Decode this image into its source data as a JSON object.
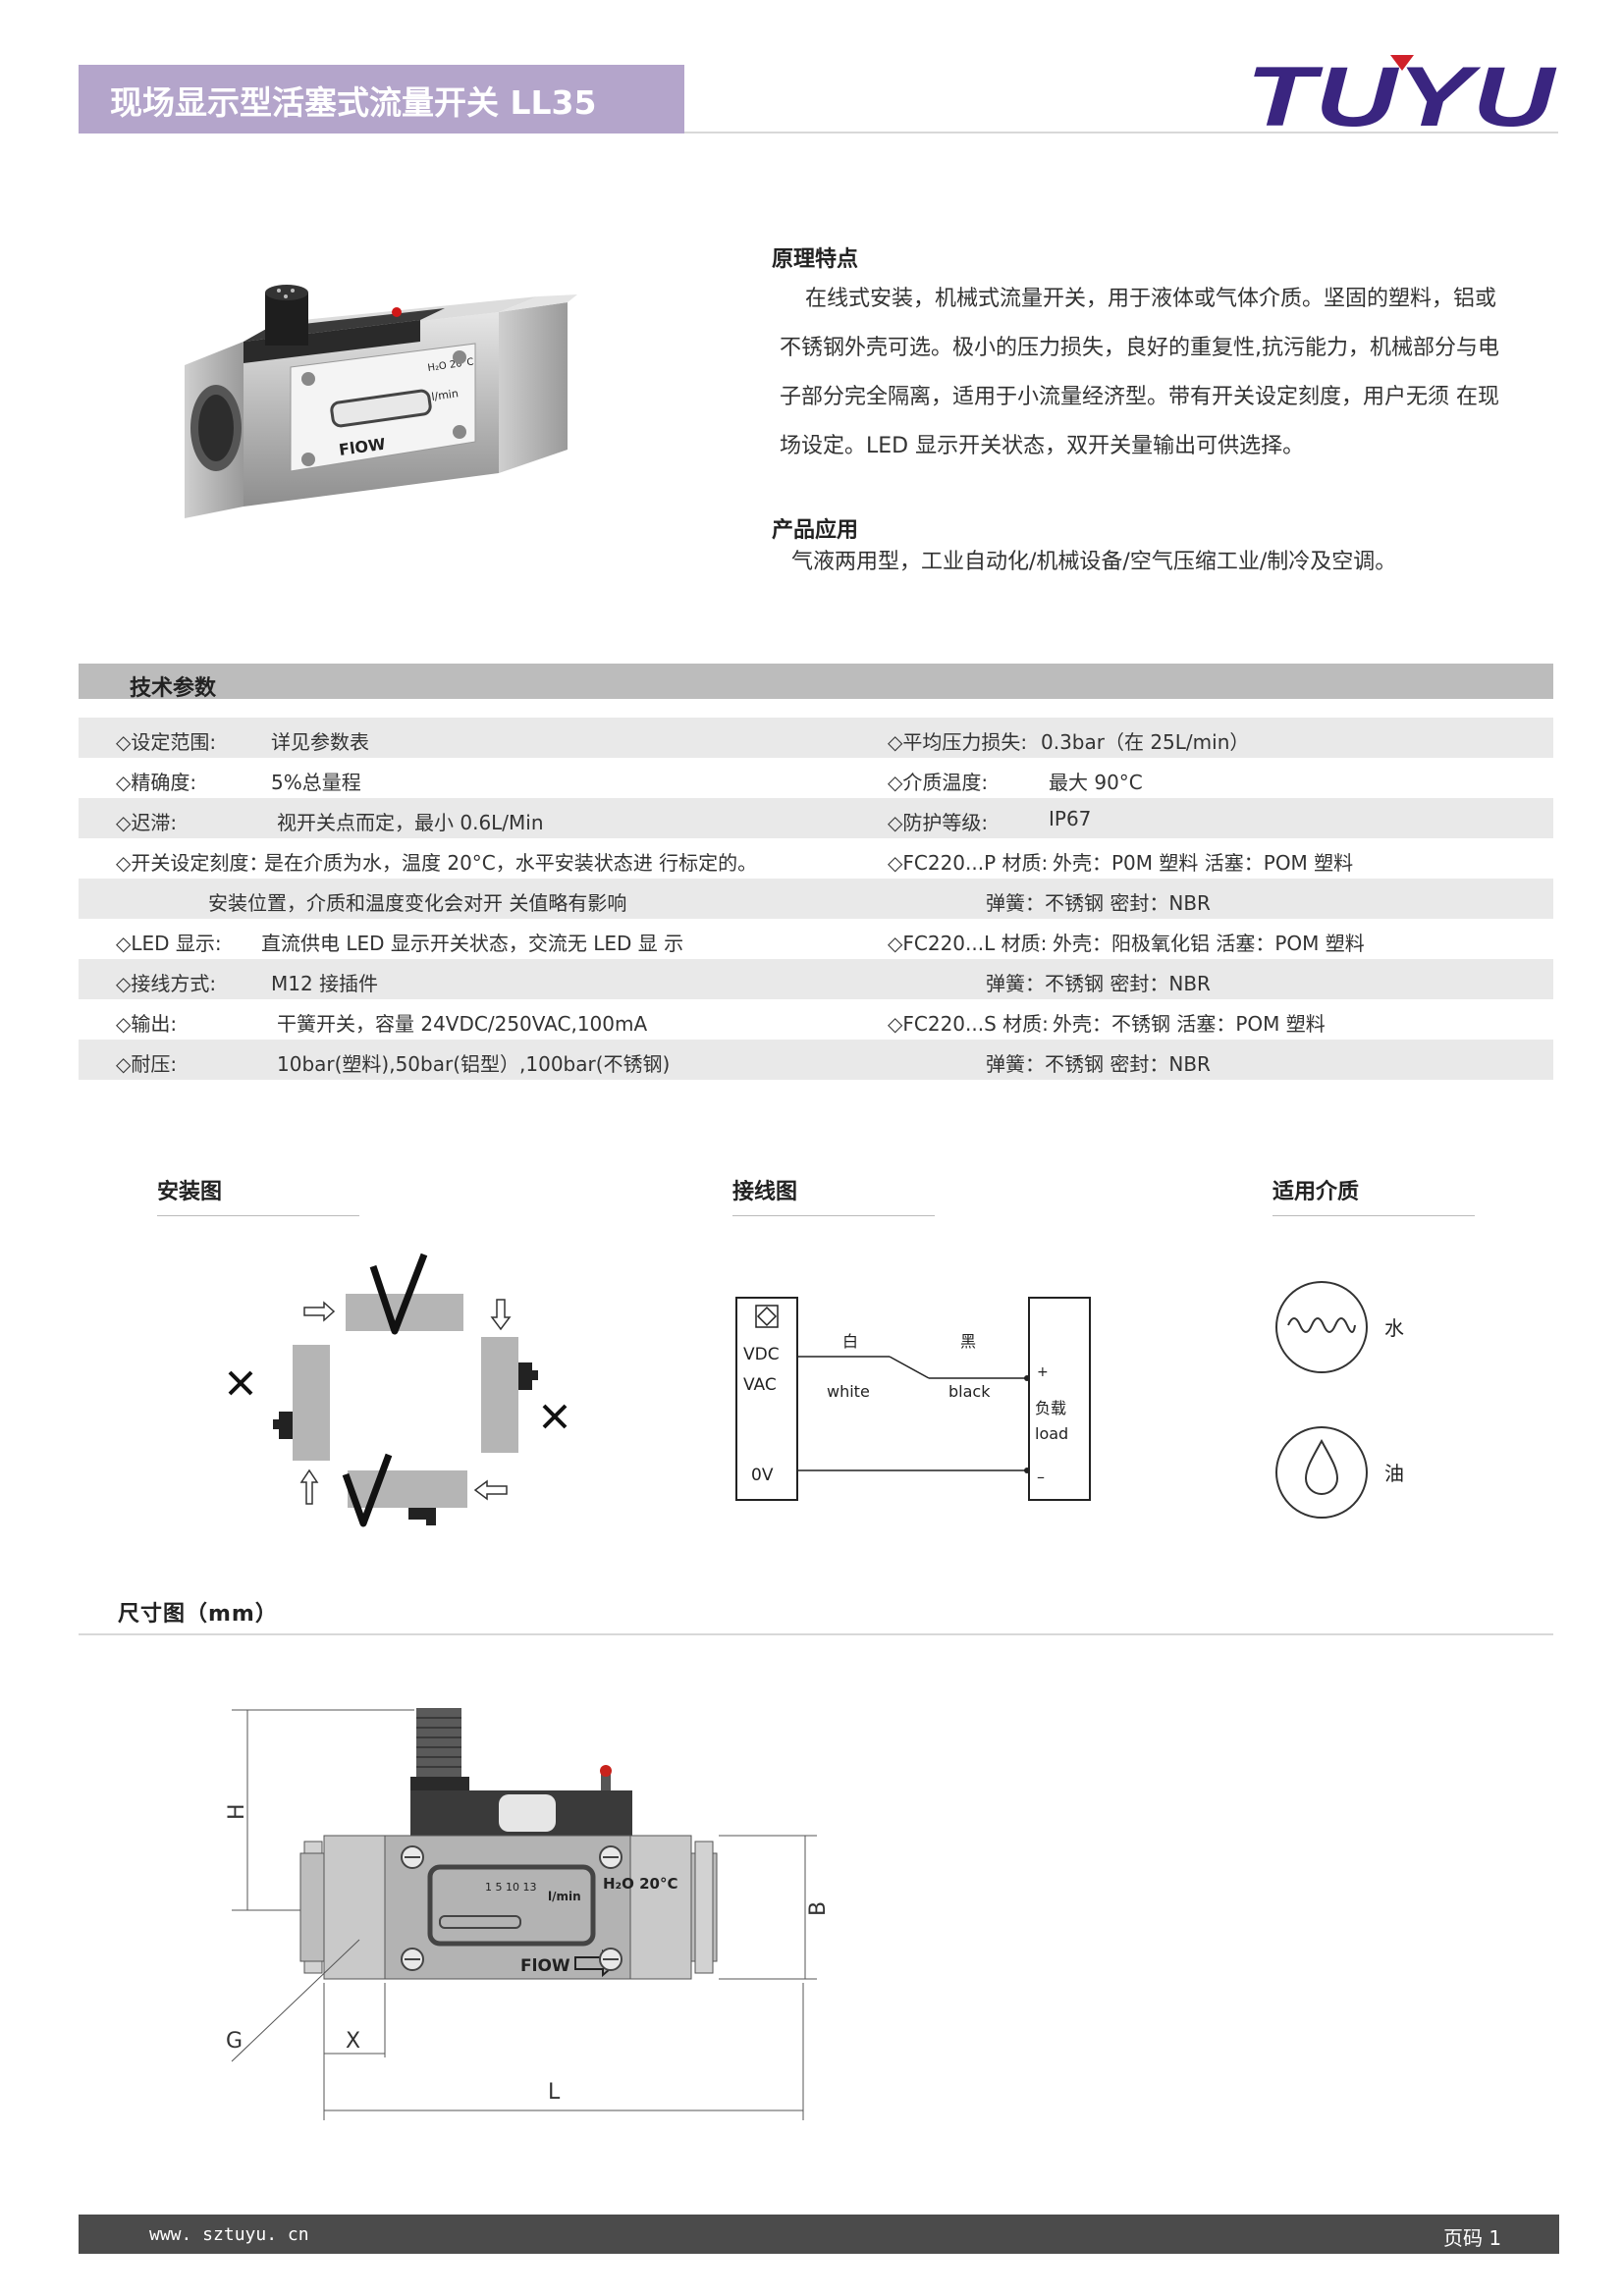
{
  "header": {
    "title": "现场显示型活塞式流量开关 LL35",
    "logo_text": "TUYU",
    "logo_color": "#3a2580",
    "logo_accent": "#d0202a"
  },
  "principle": {
    "title": "原理特点",
    "text": "在线式安装，机械式流量开关，用于液体或气体介质。坚固的塑料，铝或不锈钢外壳可选。极小的压力损失，良好的重复性,抗污能力，机械部分与电子部分完全隔离，适用于小流量经济型。带有开关设定刻度，用户无须 在现场设定。LED 显示开关状态，双开关量输出可供选择。"
  },
  "application": {
    "title": "产品应用",
    "text": "气液两用型，工业自动化/机械设备/空气压缩工业/制冷及空调。"
  },
  "photo": {
    "scale_text": "l/min",
    "h2o_text": "H₂O 20°C",
    "flow_text": "FlOW"
  },
  "tech": {
    "title": "技术参数",
    "rows": [
      {
        "left_label": "◇设定范围:",
        "left_value": "详见参数表",
        "right_label": "◇平均压力损失:",
        "right_value": "0.3bar（在 25L/min）"
      },
      {
        "left_label": "◇精确度:",
        "left_value": "5%总量程",
        "right_label": "◇介质温度:",
        "right_value": "最大 90°C"
      },
      {
        "left_label": "◇迟滞:",
        "left_value": "视开关点而定，最小 0.6L/Min",
        "right_label": "◇防护等级:",
        "right_value": "IP67"
      },
      {
        "left_label": "◇开关设定刻度：",
        "left_value": "是在介质为水，温度 20°C，水平安装状态进 行标定的。",
        "right_label": "◇FC220...P 材质:",
        "right_value": "外壳：P0M 塑料     活塞：POM 塑料"
      },
      {
        "left_label": "",
        "left_value": "安装位置，介质和温度变化会对开 关值略有影响",
        "right_label": "",
        "right_value": "弹簧：不锈钢      密封：NBR"
      },
      {
        "left_label": "◇LED 显示:",
        "left_value": "直流供电 LED 显示开关状态，交流无 LED 显 示",
        "right_label": "◇FC220...L 材质:",
        "right_value": "外壳：阳极氧化铝   活塞：POM 塑料"
      },
      {
        "left_label": "◇接线方式:",
        "left_value": "M12 接插件",
        "right_label": "",
        "right_value": "弹簧：不锈钢      密封：NBR"
      },
      {
        "left_label": "◇输出:",
        "left_value": "干簧开关，容量 24VDC/250VAC,100mA",
        "right_label": "◇FC220...S 材质:",
        "right_value": "外壳：不锈钢     活塞：POM 塑料"
      },
      {
        "left_label": "◇耐压:",
        "left_value": "10bar(塑料),50bar(铝型）,100bar(不锈钢)",
        "right_label": "",
        "right_value": "弹簧：不锈钢     密封：NBR"
      }
    ]
  },
  "install": {
    "title": "安装图"
  },
  "wiring": {
    "title": "接线图",
    "vdc": "VDC",
    "vac": "VAC",
    "ov": "0V",
    "white_cn": "白",
    "white_en": "white",
    "black_cn": "黑",
    "black_en": "black",
    "plus": "+",
    "minus": "–",
    "load_cn": "负载",
    "load_en": "load"
  },
  "media": {
    "title": "适用介质",
    "water": "水",
    "oil": "油"
  },
  "dimensions": {
    "title": "尺寸图（mm）",
    "label_h": "H",
    "label_b": "B",
    "label_g": "G",
    "label_x": "X",
    "label_l": "L",
    "scale_numbers": "1  5  10 13",
    "scale_unit": "l/min",
    "h2o_text": "H₂O 20°C",
    "flow_text": "FlOW"
  },
  "footer": {
    "url": "www. sztuyu. cn",
    "page": "页码  1"
  }
}
